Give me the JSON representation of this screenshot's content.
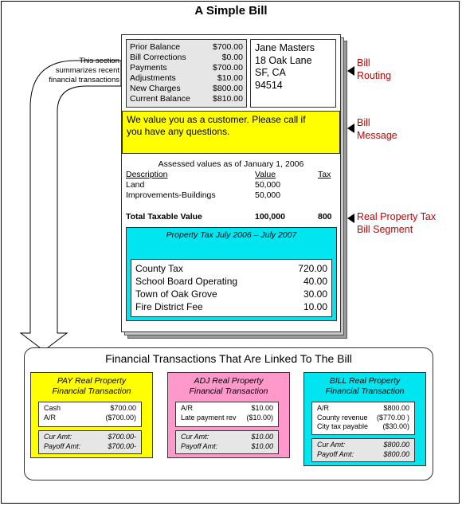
{
  "title": "A Simple Bill",
  "summary": {
    "rows": [
      {
        "label": "Prior Balance",
        "value": "$700.00"
      },
      {
        "label": "Bill Corrections",
        "value": "$0.00"
      },
      {
        "label": "Payments",
        "value": "$700.00"
      },
      {
        "label": "Adjustments",
        "value": "$10.00"
      },
      {
        "label": "New Charges",
        "value": "$800.00"
      },
      {
        "label": "Current Balance",
        "value": "$810.00"
      }
    ],
    "note_lines": [
      "This section",
      "summarizes recent",
      "financial transactions"
    ]
  },
  "address": {
    "lines": [
      "Jane Masters",
      "18 Oak Lane",
      "SF, CA",
      "94514"
    ]
  },
  "labels": {
    "routing": [
      "Bill",
      "Routing"
    ],
    "message": [
      "Bill",
      "Message"
    ],
    "segment": [
      "Real Property Tax",
      "Bill Segment"
    ]
  },
  "message": {
    "lines": [
      "We value you as a customer.  Please call if",
      "you have any questions."
    ]
  },
  "assessment": {
    "heading": "Assessed values as of January 1, 2006",
    "col_description": "Description",
    "col_value": "Value",
    "col_tax": "Tax",
    "rows": [
      {
        "description": "Land",
        "value": "50,000",
        "tax": ""
      },
      {
        "description": "Improvements-Buildings",
        "value": "50,000",
        "tax": ""
      }
    ],
    "total": {
      "label": "Total Taxable Value",
      "value": "100,000",
      "tax": "800"
    }
  },
  "property_tax": {
    "title": "Property Tax July 2006 – July 2007",
    "rows": [
      {
        "label": "County Tax",
        "amount": "720.00"
      },
      {
        "label": "School Board Operating",
        "amount": "40.00"
      },
      {
        "label": "Town of Oak Grove",
        "amount": "30.00"
      },
      {
        "label": "Fire District Fee",
        "amount": "10.00"
      }
    ]
  },
  "financial": {
    "heading": "Financial Transactions That Are Linked To The Bill",
    "cards": [
      {
        "title": [
          "PAY Real Property",
          "Financial Transaction"
        ],
        "color": "#ffff00",
        "lines": [
          {
            "label": "Cash",
            "value": "$700.00"
          },
          {
            "label": "A/R",
            "value": "($700.00)"
          }
        ],
        "foot": [
          {
            "label": "Cur Amt:",
            "value": "$700.00-"
          },
          {
            "label": "Payoff Amt:",
            "value": "$700.00-"
          }
        ]
      },
      {
        "title": [
          "ADJ Real Property",
          "Financial Transaction"
        ],
        "color": "#ff99cc",
        "lines": [
          {
            "label": "A/R",
            "value": "$10.00"
          },
          {
            "label": "Late payment rev",
            "value": "($10.00)"
          }
        ],
        "foot": [
          {
            "label": "Cur Amt:",
            "value": "$10.00"
          },
          {
            "label": "Payoff Amt:",
            "value": "$10.00"
          }
        ]
      },
      {
        "title": [
          "BILL Real Property",
          "Financial Transaction"
        ],
        "color": "#00e5f0",
        "lines": [
          {
            "label": "A/R",
            "value": "$800.00"
          },
          {
            "label": "County revenue",
            "value": "($770.00 )"
          },
          {
            "label": "City tax payable",
            "value": "($30.00)"
          }
        ],
        "foot": [
          {
            "label": "Cur Amt:",
            "value": "$800.00"
          },
          {
            "label": "Payoff Amt:",
            "value": "$800.00"
          }
        ]
      }
    ]
  },
  "colors": {
    "message_bg": "#ffff00",
    "property_tax_bg": "#00e5f0",
    "summary_bg": "#e6e6e6",
    "label_red": "#cc0000"
  }
}
